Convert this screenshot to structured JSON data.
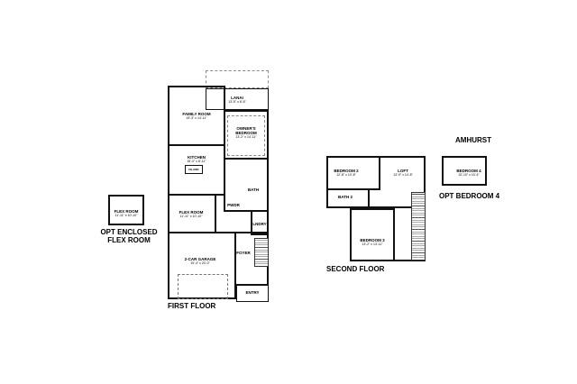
{
  "plan_name": "AMHURST",
  "first_floor": {
    "title": "FIRST FLOOR",
    "rooms": [
      {
        "name": "LANAI",
        "size": "13'-5\" x 6'-6\""
      },
      {
        "name": "FAMILY ROOM",
        "size": "15'-3\" x 14'-11\""
      },
      {
        "name": "OWNER'S BEDROOM",
        "size": "13'-2\" x 14'-11\""
      },
      {
        "name": "KITCHEN",
        "size": "15'-0\" x 8'-11\""
      },
      {
        "name": "ISLAND",
        "size": ""
      },
      {
        "name": "FLEX ROOM",
        "size": "11'-11\" x 10'-10\""
      },
      {
        "name": "2-CAR GARAGE",
        "size": "19'-4\" x 20'-0\""
      },
      {
        "name": "FOYER",
        "size": ""
      },
      {
        "name": "ENTRY",
        "size": ""
      },
      {
        "name": "LNDRY",
        "size": ""
      },
      {
        "name": "PWDR",
        "size": ""
      },
      {
        "name": "BATH",
        "size": ""
      }
    ]
  },
  "opt_flex": {
    "title_line1": "OPT ENCLOSED",
    "title_line2": "FLEX ROOM",
    "room": "FLEX ROOM",
    "size": "11'-11\" x 10'-10\""
  },
  "second_floor": {
    "title": "SECOND FLOOR",
    "rooms": [
      {
        "name": "BEDROOM 2",
        "size": "12'-8\" x 10'-8\""
      },
      {
        "name": "LOFT",
        "size": "13'-9\" x 14'-8\""
      },
      {
        "name": "BATH 2",
        "size": ""
      },
      {
        "name": "BEDROOM 3",
        "size": "13'-2\" x 13'-11\""
      }
    ]
  },
  "opt_bedroom4": {
    "title": "OPT BEDROOM 4",
    "room": "BEDROOM 4",
    "size": "10'-10\" x 10'-4\""
  }
}
